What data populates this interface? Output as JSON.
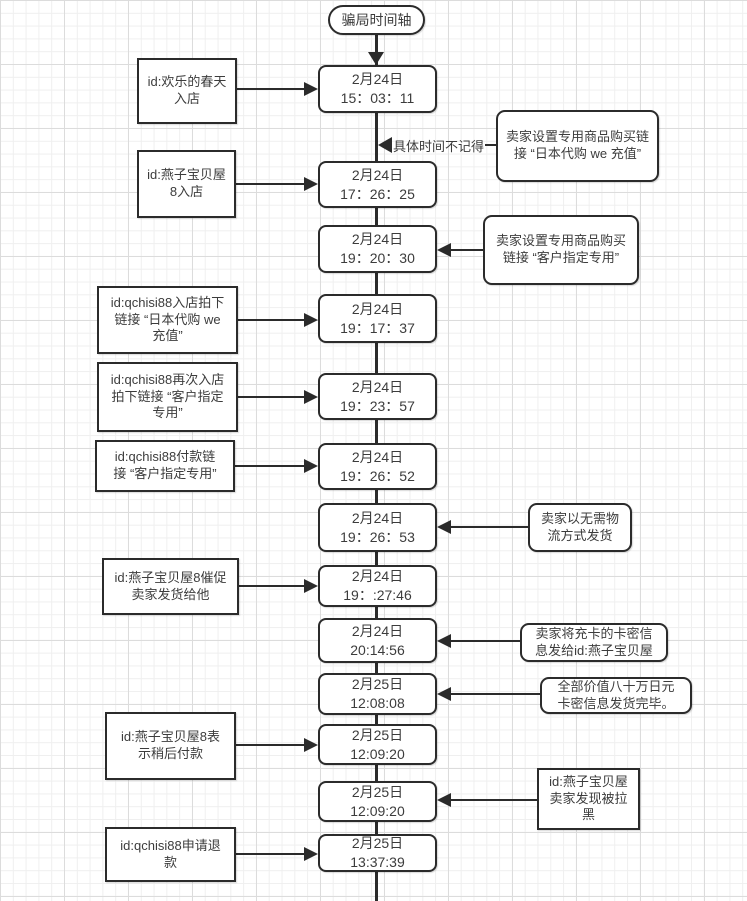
{
  "title": "骗局时间轴",
  "note": {
    "label": "具体时间不记得"
  },
  "colors": {
    "border": "#2b2b2b",
    "text": "#3c3c3c",
    "line": "#2b2b2b",
    "grid_minor": "#efefef",
    "grid_major": "#dcdcdc",
    "node_fill": "#ffffff"
  },
  "timeline": [
    {
      "text": "2月24日\n15：03：11"
    },
    {
      "text": "2月24日\n17：26：25"
    },
    {
      "text": "2月24日\n19：20：30"
    },
    {
      "text": "2月24日\n19：17：37"
    },
    {
      "text": "2月24日\n19：23：57"
    },
    {
      "text": "2月24日\n19：26：52"
    },
    {
      "text": "2月24日\n19：26：53"
    },
    {
      "text": "2月24日\n19：:27:46"
    },
    {
      "text": "2月24日\n20:14:56"
    },
    {
      "text": "2月25日\n12:08:08"
    },
    {
      "text": "2月25日\n12:09:20"
    },
    {
      "text": "2月25日\n12:09:20"
    },
    {
      "text": "2月25日\n13:37:39"
    }
  ],
  "left_events": [
    {
      "text": "id:欢乐的春天\n入店"
    },
    {
      "text": "id:燕子宝贝屋\n8入店"
    },
    {
      "text": "id:qchisi88入店拍下\n链接 “日本代购 we\n充值”"
    },
    {
      "text": "id:qchisi88再次入店\n拍下链接 “客户指定\n专用”"
    },
    {
      "text": "id:qchisi88付款链\n接 “客户指定专用”"
    },
    {
      "text": "id:燕子宝贝屋8催促\n卖家发货给他"
    },
    {
      "text": "id:燕子宝贝屋8表\n示稍后付款"
    },
    {
      "text": "id:qchisi88申请退\n款"
    }
  ],
  "right_events": [
    {
      "text": "卖家设置专用商品购买链\n接 “日本代购 we 充值”"
    },
    {
      "text": "卖家设置专用商品购买\n链接 “客户指定专用”"
    },
    {
      "text": "卖家以无需物\n流方式发货"
    },
    {
      "text": "卖家将充卡的卡密信\n息发给id:燕子宝贝屋"
    },
    {
      "text": "全部价值八十万日元\n卡密信息发货完毕。"
    },
    {
      "text": "id:燕子宝贝屋\n卖家发现被拉\n黑"
    }
  ]
}
